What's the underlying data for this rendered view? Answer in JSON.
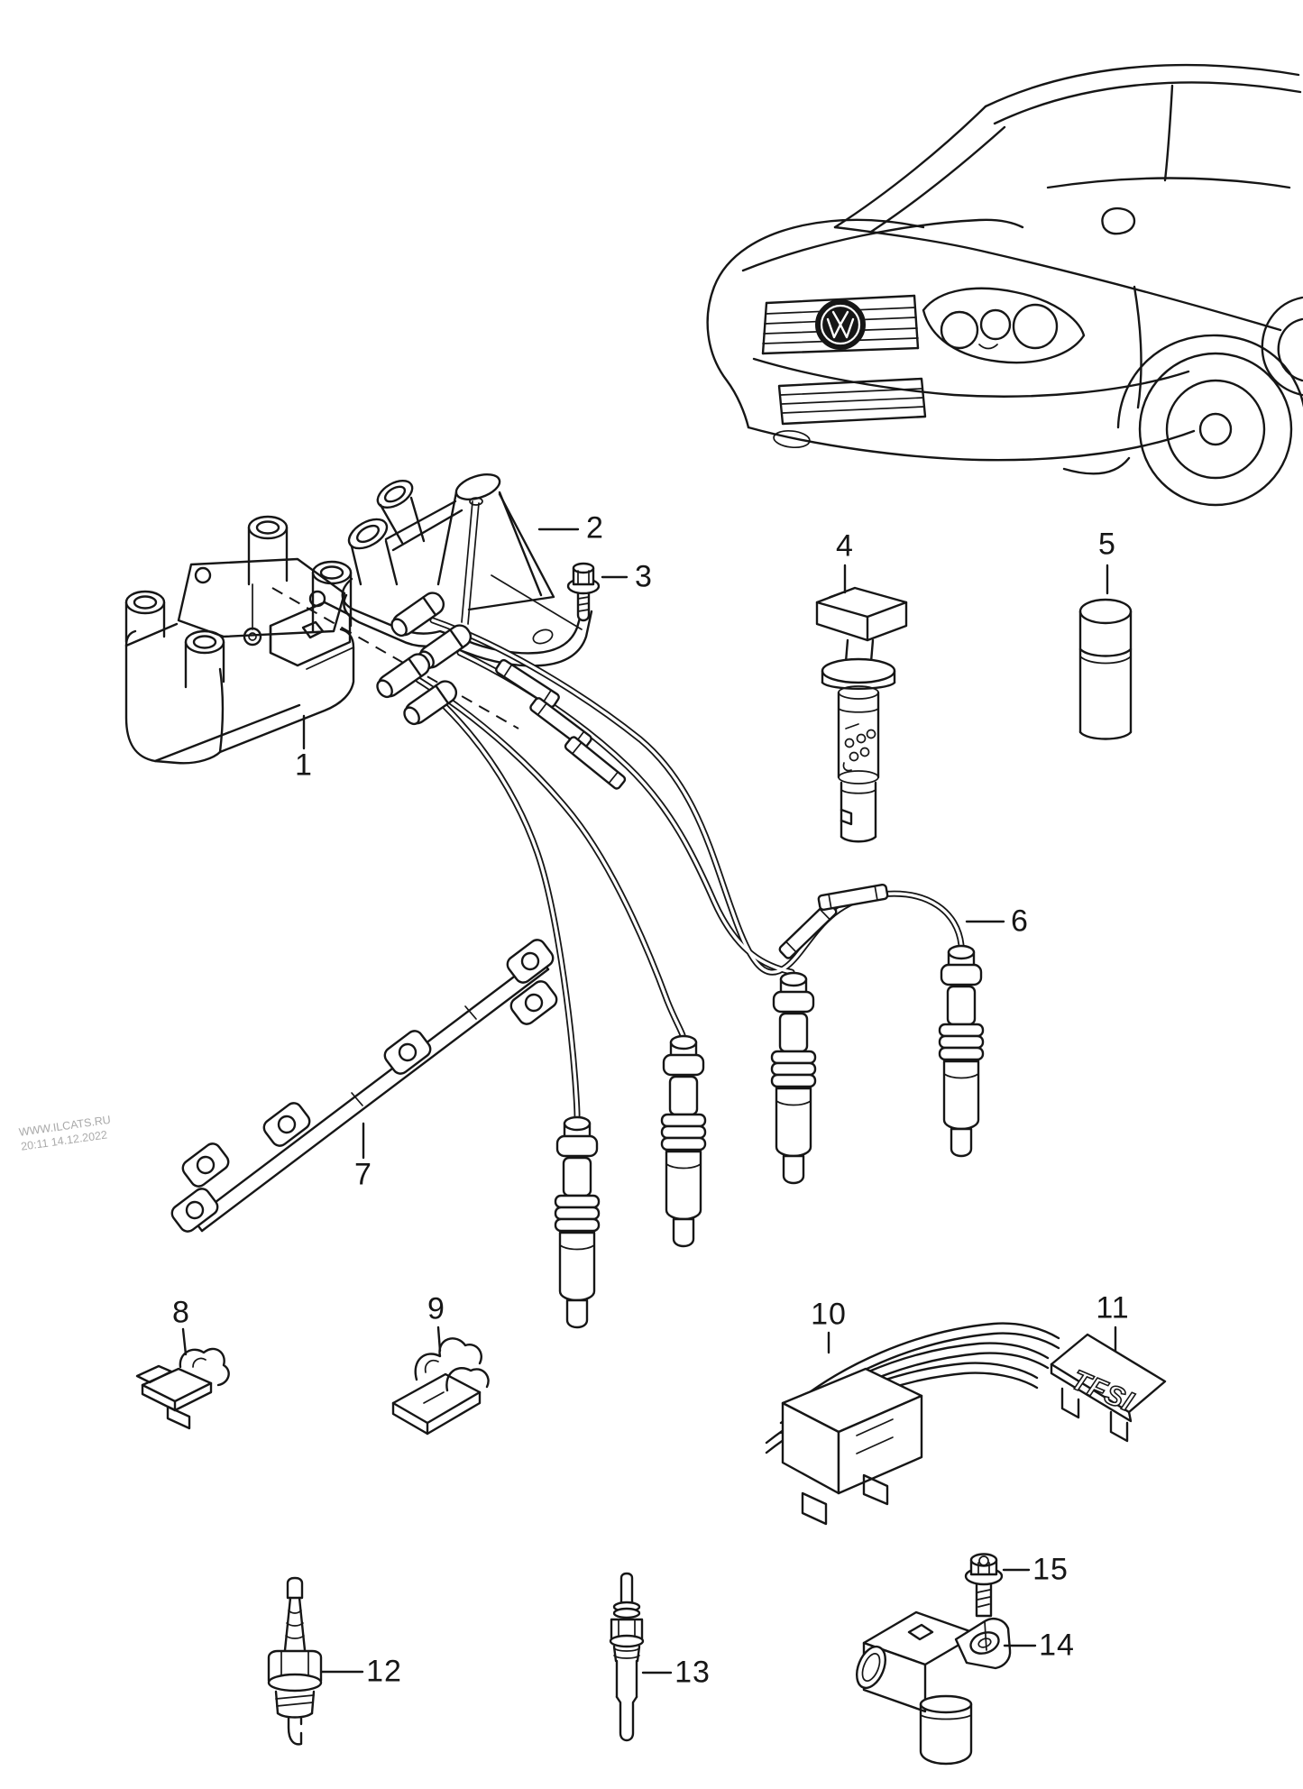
{
  "diagram": {
    "watermark": {
      "line1": "WWW.ILCATS.RU",
      "line2": "20:11 14.12.2022"
    },
    "badge": "TFSI",
    "callouts": [
      {
        "num": "1"
      },
      {
        "num": "2"
      },
      {
        "num": "3"
      },
      {
        "num": "4"
      },
      {
        "num": "5"
      },
      {
        "num": "6"
      },
      {
        "num": "7"
      },
      {
        "num": "8"
      },
      {
        "num": "9"
      },
      {
        "num": "10"
      },
      {
        "num": "11"
      },
      {
        "num": "12"
      },
      {
        "num": "13"
      },
      {
        "num": "14"
      },
      {
        "num": "15"
      }
    ]
  }
}
